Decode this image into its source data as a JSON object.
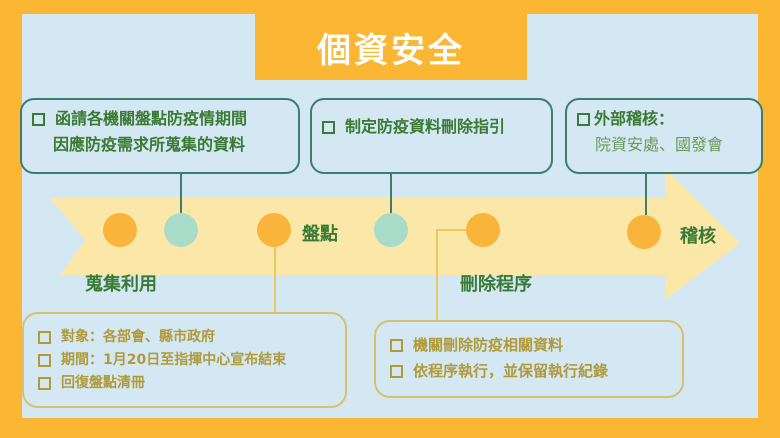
{
  "title": "個資安全",
  "top_boxes": [
    {
      "lines": [
        "函請各機關盤點防疫情期間",
        "因應防疫需求所蒐集的資料"
      ]
    },
    {
      "lines": [
        "制定防疫資料刪除指引"
      ]
    },
    {
      "lines": [
        "外部稽核：",
        "院資安處、國發會"
      ]
    }
  ],
  "stages": [
    "蒐集利用",
    "盤點",
    "刪除程序",
    "稽核"
  ],
  "bottom_left": [
    "對象：各部會、縣市政府",
    "期間：1月20日至指揮中心宣布結束",
    "回復盤點清冊"
  ],
  "bottom_right": [
    "機關刪除防疫相關資料",
    "依程序執行，並保留執行紀錄"
  ],
  "colors": {
    "orange": "#fbb634",
    "green": "#3b7a35",
    "background": "#d3e8f2"
  }
}
